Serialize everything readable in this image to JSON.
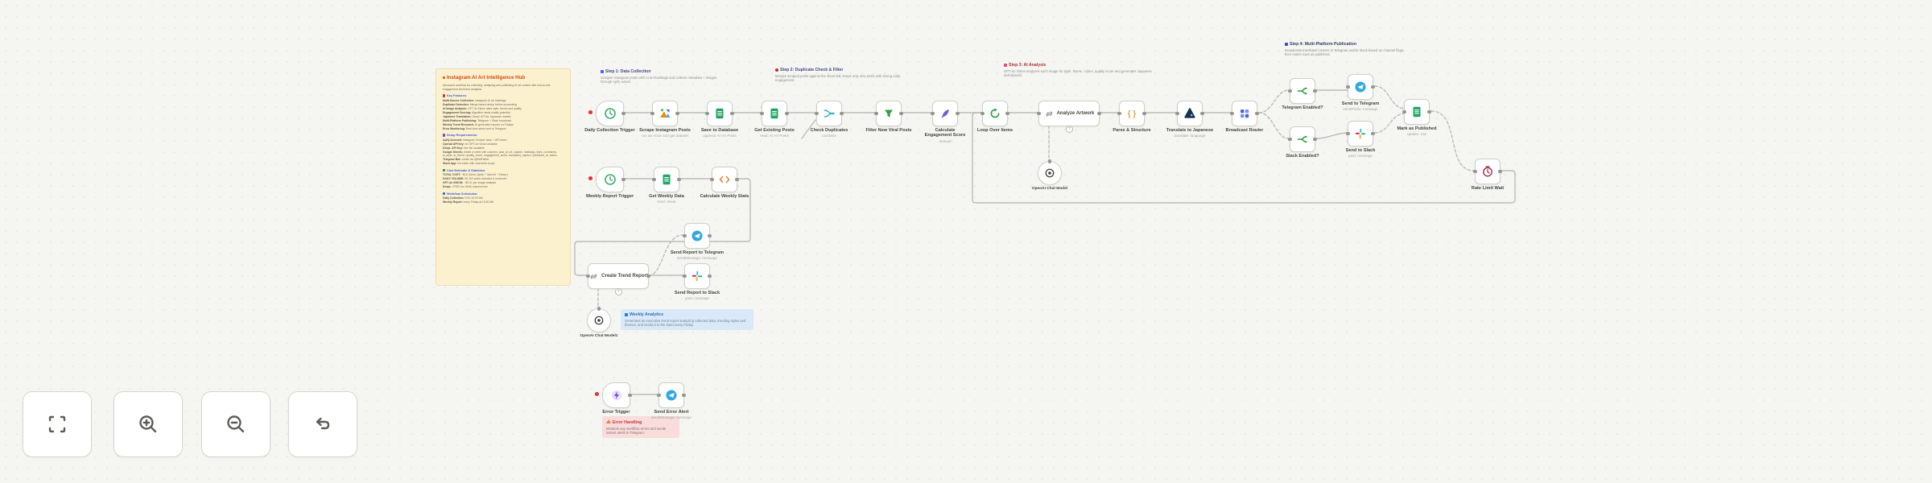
{
  "colors": {
    "sticky_bg": "#fcf1cf",
    "note_blue_bg": "#d9e9f9",
    "note_pink_bg": "#f9dcdc",
    "wire": "#bcbcb7",
    "issue_red": "#e03131"
  },
  "sticky": {
    "title": "Instagram AI Art Intelligence Hub",
    "title_icon": "palette-icon",
    "intro": "Advanced workflow for collecting, analyzing and publishing AI art content with end-to-end engagement and trend analytics.",
    "sections": [
      {
        "heading": "Key Features:",
        "items": [
          {
            "b": "Multi-Source Collection:",
            "t": " Instagram AI art hashtags"
          },
          {
            "b": "Duplicate Detection:",
            "t": " Merge-based dedup before processing"
          },
          {
            "b": "AI Image Analysis:",
            "t": " GPT-4o Vision rates style, theme and quality"
          },
          {
            "b": "Engagement Scoring:",
            "t": " Algorithm ranks virality potential"
          },
          {
            "b": "Japanese Translation:",
            "t": " DeepL API for Japanese market"
          },
          {
            "b": "Multi-Platform Publishing:",
            "t": " Telegram + Slack broadcast"
          },
          {
            "b": "Weekly Trend Research:",
            "t": " AI-generated reports on Fridays"
          },
          {
            "b": "Error Monitoring:",
            "t": " Real-time alerts sent to Telegram"
          }
        ]
      },
      {
        "heading": "Setup Requirements:",
        "items": [
          {
            "b": "Apify Account:",
            "t": " Instagram Scraper actor + API token"
          },
          {
            "b": "OpenAI API Key:",
            "t": " for GPT-4o Vision analysis"
          },
          {
            "b": "DeepL API Key:",
            "t": " free tier available"
          },
          {
            "b": "Google Sheets:",
            "t": " create a sheet with columns: post_id, url, caption, hashtags, likes, comments, ai_style, ai_theme, quality_score, engagement_score, translated_caption, published_at, status"
          },
          {
            "b": "Telegram Bot:",
            "t": " create via @BotFather"
          },
          {
            "b": "Slack App:",
            "t": " bot token with chat:write scope"
          }
        ]
      },
      {
        "heading": "Cost Estimate & Statistics:",
        "items": [
          {
            "b": "TOTAL COST:",
            "t": " ~$15-25/mo (Apify + OpenAI + DeepL)"
          },
          {
            "b": "DAILY VOLUME:",
            "t": " 50-100 posts collected & screened"
          },
          {
            "b": "GPT-4o VISION:",
            "t": " ~$0.01 per image analysis"
          },
          {
            "b": "DeepL:",
            "t": " FREE tier 500K chars/month"
          }
        ]
      },
      {
        "heading": "Workflow Schedules:",
        "items": [
          {
            "b": "Daily Collection:",
            "t": " 9:00-10:00 AM"
          },
          {
            "b": "Weekly Report:",
            "t": " every Friday at 10:00 AM"
          }
        ]
      }
    ]
  },
  "step_notes": [
    {
      "heading": "Step 1: Data Collection",
      "body": "Scrapes Instagram posts with AI art hashtags and collects metadata + images through Apify actors."
    },
    {
      "heading": "Step 2: Duplicate Check & Filter",
      "body": "Merges scraped posts against the sheet DB, keeps only new posts with strong early engagement."
    },
    {
      "heading": "Step 3: AI Analysis",
      "body": "GPT-4o Vision analyzes each image for style, theme, colors, quality score and generates Japanese descriptions."
    },
    {
      "heading": "Step 4: Multi-Platform Publication",
      "body": "Broadcasts translated content to Telegram and/or Slack based on channel flags, then marks rows as published."
    },
    {
      "heading": "Weekly Analytics",
      "body": "Generates an executive trend report analyzing collected data, trending styles and themes, and sends it to the team every Friday."
    },
    {
      "heading": "Error Handling",
      "body": "Monitors any workflow errors and sends instant alerts to Telegram."
    }
  ],
  "nodes": {
    "daily_trigger": {
      "label": "Daily Collection Trigger",
      "icon": "clock-icon"
    },
    "scrape": {
      "label": "Scrape Instagram Posts",
      "sub": "run an Actor and get dataset",
      "icon": "image-icon"
    },
    "save_db": {
      "label": "Save to Database",
      "sub": "append: AI Art Posts",
      "icon": "google-sheets-icon"
    },
    "get_existing": {
      "label": "Get Existing Posts",
      "sub": "read: AI Art Posts",
      "icon": "google-sheets-icon"
    },
    "check_dup": {
      "label": "Check Duplicates",
      "sub": "combine",
      "icon": "merge-icon"
    },
    "filter_new": {
      "label": "Filter New Viral Posts",
      "icon": "filter-icon"
    },
    "engagement": {
      "label": "Calculate Engagement Score",
      "sub": "manual",
      "icon": "pen-icon"
    },
    "loop": {
      "label": "Loop Over Items",
      "icon": "loop-icon"
    },
    "analyze_agent": {
      "label": "Analyze Artwork",
      "icon": "link-icon"
    },
    "chat_model": {
      "label": "OpenAI Chat Model",
      "icon": "openai-icon"
    },
    "parse": {
      "label": "Parse & Structure",
      "icon": "braces-icon"
    },
    "translate": {
      "label": "Translate to Japanese",
      "sub": "translate: language",
      "icon": "deepl-icon"
    },
    "broadcast": {
      "label": "Broadcast Router",
      "icon": "switch-icon"
    },
    "if_telegram": {
      "label": "Telegram Enabled?",
      "icon": "if-icon"
    },
    "if_slack": {
      "label": "Slack Enabled?",
      "icon": "if-icon"
    },
    "send_telegram": {
      "label": "Send to Telegram",
      "sub": "sendPhoto: message",
      "icon": "telegram-icon"
    },
    "send_slack": {
      "label": "Send to Slack",
      "sub": "post: message",
      "icon": "slack-icon"
    },
    "mark_published": {
      "label": "Mark as Published",
      "sub": "update: row",
      "icon": "google-sheets-icon"
    },
    "wait": {
      "label": "Rate Limit Wait",
      "icon": "wait-clock-icon"
    },
    "weekly_trigger": {
      "label": "Weekly Report Trigger",
      "icon": "clock-icon"
    },
    "get_weekly": {
      "label": "Get Weekly Data",
      "sub": "read: sheet",
      "icon": "google-sheets-icon"
    },
    "calc_stats": {
      "label": "Calculate Weekly Stats",
      "icon": "code-icon"
    },
    "report_agent": {
      "label": "Create Trend Report",
      "icon": "link-icon"
    },
    "chat_model2": {
      "label": "OpenAI Chat Model1",
      "icon": "openai-icon"
    },
    "report_tg": {
      "label": "Send Report to Telegram",
      "sub": "sendMessage: message",
      "icon": "telegram-icon"
    },
    "report_slack": {
      "label": "Send Report to Slack",
      "sub": "post: message",
      "icon": "slack-icon"
    },
    "error_trigger": {
      "label": "Error Trigger",
      "icon": "error-bolt-icon"
    },
    "error_alert": {
      "label": "Send Error Alert",
      "sub": "sendMessage: message",
      "icon": "telegram-icon"
    }
  },
  "controls": {
    "buttons": [
      {
        "name": "fit-view-icon"
      },
      {
        "name": "zoom-in-icon"
      },
      {
        "name": "zoom-out-icon"
      },
      {
        "name": "undo-icon"
      }
    ]
  }
}
